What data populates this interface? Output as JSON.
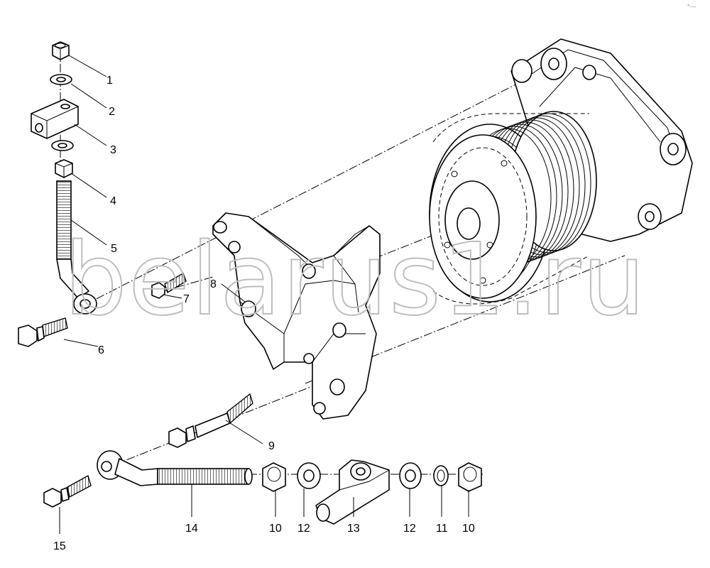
{
  "watermark": "belarus1.ru",
  "corner_mark": "*—",
  "callouts": [
    {
      "id": "c1",
      "label": "1"
    },
    {
      "id": "c2",
      "label": "2"
    },
    {
      "id": "c3",
      "label": "3"
    },
    {
      "id": "c4",
      "label": "4"
    },
    {
      "id": "c5",
      "label": "5"
    },
    {
      "id": "c6",
      "label": "6"
    },
    {
      "id": "c7",
      "label": "7"
    },
    {
      "id": "c8",
      "label": "8"
    },
    {
      "id": "c9",
      "label": "9"
    },
    {
      "id": "c10a",
      "label": "10"
    },
    {
      "id": "c12a",
      "label": "12"
    },
    {
      "id": "c13",
      "label": "13"
    },
    {
      "id": "c12b",
      "label": "12"
    },
    {
      "id": "c11",
      "label": "11"
    },
    {
      "id": "c10b",
      "label": "10"
    },
    {
      "id": "c14",
      "label": "14"
    },
    {
      "id": "c15",
      "label": "15"
    }
  ]
}
